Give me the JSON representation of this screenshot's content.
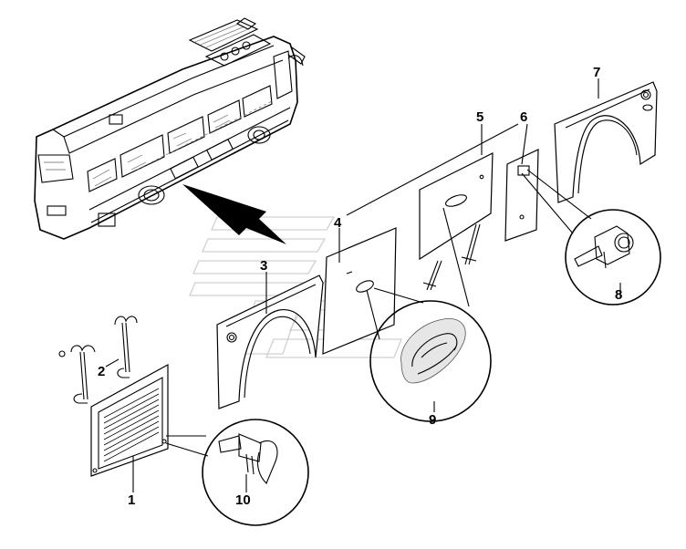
{
  "callouts": {
    "c1": "1",
    "c2": "2",
    "c3": "3",
    "c4": "4",
    "c5": "5",
    "c6": "6",
    "c7": "7",
    "c8": "8",
    "c9": "9",
    "c10": "10"
  },
  "parts": [
    {
      "id": "1",
      "name": "grille-panel-icon"
    },
    {
      "id": "2",
      "name": "hinge-rod-icon"
    },
    {
      "id": "3",
      "name": "wheel-arch-panel-front-icon"
    },
    {
      "id": "4",
      "name": "side-panel-icon"
    },
    {
      "id": "5",
      "name": "side-panel-upper-icon"
    },
    {
      "id": "6",
      "name": "lock-panel-icon"
    },
    {
      "id": "7",
      "name": "wheel-arch-panel-rear-icon"
    },
    {
      "id": "8",
      "name": "key-lock-icon"
    },
    {
      "id": "9",
      "name": "handle-icon"
    },
    {
      "id": "10",
      "name": "latch-icon"
    }
  ],
  "colors": {
    "line": "#000000",
    "watermark": "#d9d9d9",
    "background": "#ffffff"
  }
}
